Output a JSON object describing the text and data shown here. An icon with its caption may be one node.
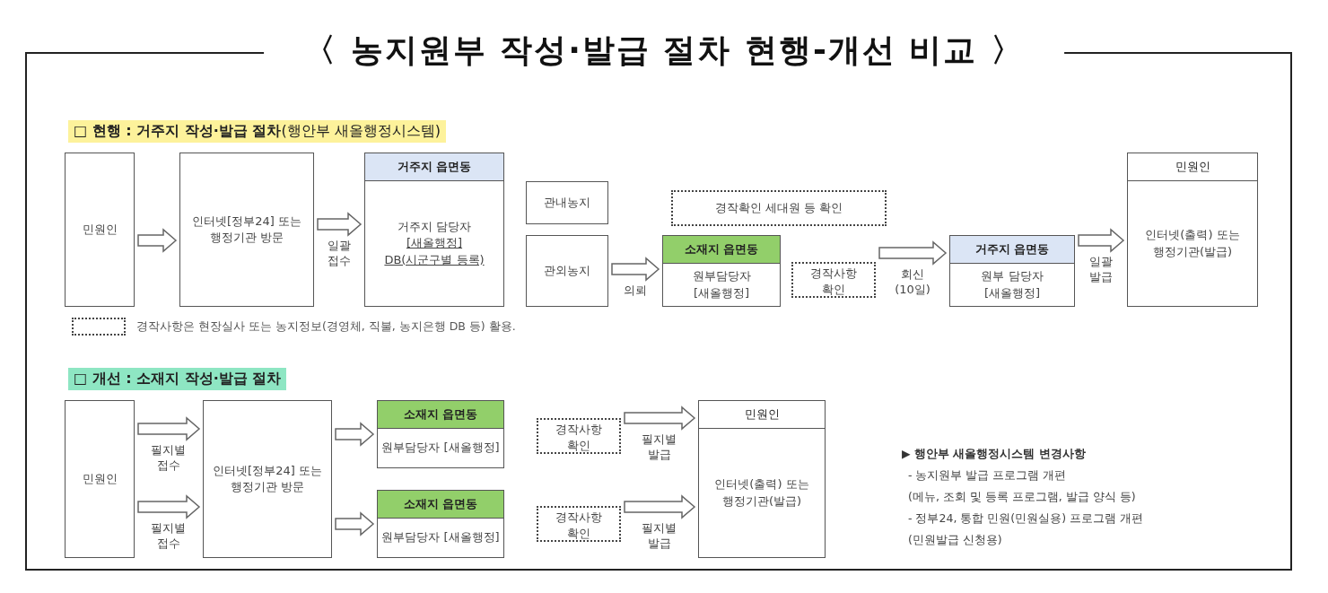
{
  "diagram": {
    "title": "〈 농지원부 작성·발급 절차 현행-개선 비교 〉",
    "nodes": [
      {
        "text": [
          "민원인"
        ]
      },
      {
        "text": [
          "인터넷[정부24] 또는 행정기관 방문"
        ]
      },
      {
        "text": [
          "거주지 읍면동",
          "거주지 담당자",
          "[새올행정]",
          "DB(시군구별 등록)"
        ]
      },
      {
        "text": [
          "관내농지"
        ]
      },
      {
        "text": [
          "관외농지"
        ]
      },
      {
        "text": [
          "경작확인 세대원 등 확인"
        ]
      },
      {
        "text": [
          "소재지 읍면동",
          "원부담당자 [새올행정]"
        ]
      },
      {
        "text": [
          "경작사항 확인"
        ]
      },
      {
        "text": [
          "거주지 읍면동",
          "원부 담당자 [새올행정]"
        ]
      },
      {
        "text": [
          "민원인",
          "인터넷(출력) 또는 행정기관(발급)"
        ]
      },
      {
        "text": [
          "민원인"
        ]
      },
      {
        "text": [
          "인터넷[정부24] 또는 행정기관 방문"
        ]
      },
      {
        "text": [
          "소재지 읍면동",
          "원부담당자 [새올행정]"
        ]
      },
      {
        "text": [
          "소재지 읍면동",
          "원부담당자 [새올행정]"
        ]
      },
      {
        "text": [
          "경작사항 확인"
        ]
      },
      {
        "text": [
          "경작사항 확인"
        ]
      },
      {
        "text": [
          "민원인",
          "인터넷(출력) 또는 행정기관(발급)"
        ]
      }
    ],
    "edges": [
      {
        "from": 0,
        "to": 1,
        "arrow": "to"
      },
      {
        "from": 1,
        "to": 2,
        "arrow": "to",
        "label": "일괄 접수"
      },
      {
        "from": 4,
        "to": 6,
        "arrow": "to",
        "label": "의뢰"
      },
      {
        "from": 7,
        "to": 8,
        "arrow": "to",
        "label": "회신 (10일)"
      },
      {
        "from": 8,
        "to": 9,
        "arrow": "to",
        "label": "일괄 발급"
      },
      {
        "from": 10,
        "to": 11,
        "arrow": "to",
        "label": "필지별 접수"
      },
      {
        "from": 10,
        "to": 11,
        "arrow": "to",
        "label": "필지별 접수"
      },
      {
        "from": 11,
        "to": 12,
        "arrow": "to"
      },
      {
        "from": 11,
        "to": 13,
        "arrow": "to"
      },
      {
        "from": 14,
        "to": 16,
        "arrow": "to",
        "label": "필지별 발급"
      },
      {
        "from": 15,
        "to": 16,
        "arrow": "to",
        "label": "필지별 발급"
      }
    ],
    "labels": [
      "**□ 현행 : 거주지 작성·발급 절차**(행안부 새올행정시스템)",
      "□ 개선 : 소재지 작성·발급 절차",
      "▶ 행안부 새올행정시스템 변경사항",
      "- 농지원부 발급 프로그램 개편",
      "(메뉴, 조회 및 등록 프로그램, 발급 양식 등)",
      "- 정부24, 통합 민원(민원실용) 프로그램 개편",
      "(민원발급 신청용)"
    ],
    "legend": [
      {
        "text": "경작사항은 현장실사 또는 농지정보(경영체, 직불, 농지은행 DB 등) 활용."
      }
    ]
  }
}
